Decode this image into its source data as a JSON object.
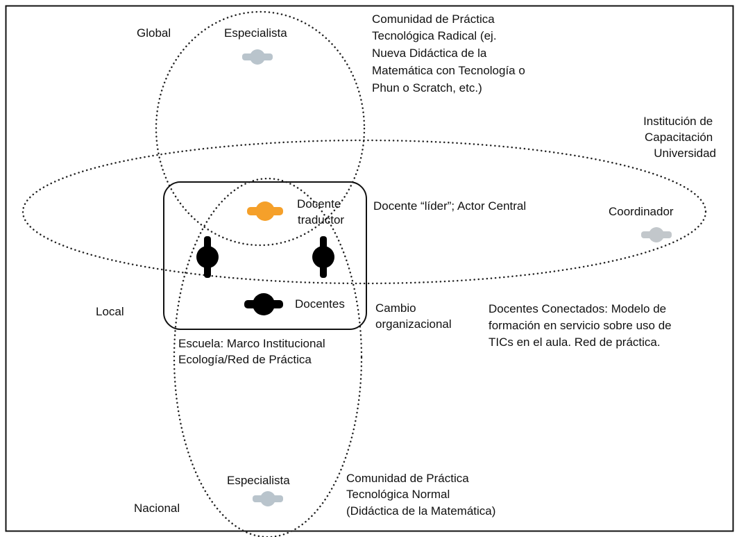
{
  "colors": {
    "frame": "#111111",
    "dotted": "#222222",
    "leader": "#f5a02a",
    "docente": "#000000",
    "especialista": "#b9c4cc",
    "coordinador": "#c2c7cb"
  },
  "labels": {
    "global": "Global",
    "local": "Local",
    "nacional": "Nacional",
    "especialista_top": "Especialista",
    "especialista_bottom": "Especialista",
    "coordinador": "Coordinador",
    "docente_traductor_1": "Docente",
    "docente_traductor_2": "traductor",
    "docentes": "Docentes",
    "docente_lider": "Docente “líder”; Actor Central",
    "cambio_1": "Cambio",
    "cambio_2": "organizacional"
  },
  "texts": {
    "radical": [
      "Comunidad de Práctica",
      "Tecnológica Radical (ej.",
      "Nueva Didáctica de la",
      "Matemática con Tecnología o",
      "Phun o Scratch, etc.)"
    ],
    "institucion": [
      "Institución de",
      "Capacitación",
      "Universidad"
    ],
    "conectados": [
      "Docentes Conectados: Modelo de",
      "formación en servicio sobre uso de",
      "TICs en el aula. Red de práctica."
    ],
    "escuela": [
      "Escuela: Marco Institucional",
      "Ecología/Red de Práctica"
    ],
    "normal": [
      "Comunidad de Práctica",
      "Tecnológica Normal",
      "(Didáctica de la Matemática)"
    ]
  }
}
